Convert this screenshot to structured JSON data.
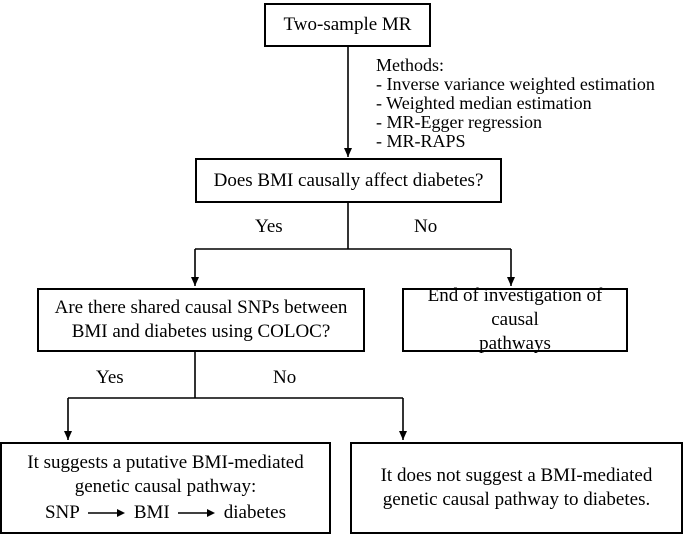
{
  "nodes": {
    "two_sample_mr": "Two-sample MR",
    "methods_title": "Methods:",
    "methods": [
      "- Inverse variance weighted estimation",
      "- Weighted median estimation",
      "- MR-Egger regression",
      "- MR-RAPS"
    ],
    "question_bmi": "Does BMI causally affect diabetes?",
    "question_coloc_line1": "Are there shared causal SNPs between",
    "question_coloc_line2": "BMI and diabetes using COLOC?",
    "end_line1": "End of investigation of causal",
    "end_line2": "pathways",
    "suggests_line1": "It suggests a putative BMI-mediated",
    "suggests_line2": "genetic causal pathway:",
    "pathway": [
      "SNP",
      "BMI",
      "diabetes"
    ],
    "not_suggest_line1": "It does not suggest a BMI-mediated",
    "not_suggest_line2": "genetic causal pathway to diabetes."
  },
  "branches": {
    "yes_1": "Yes",
    "no_1": "No",
    "yes_2": "Yes",
    "no_2": "No"
  }
}
